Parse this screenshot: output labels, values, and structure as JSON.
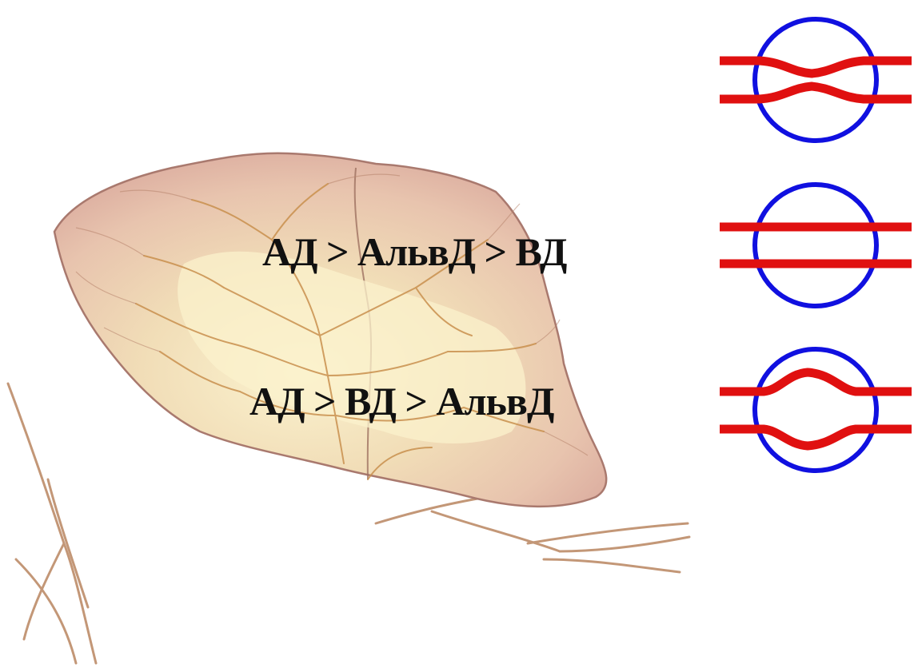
{
  "labels": {
    "top": "АД > АльвД > ВД",
    "bottom": "АД > ВД > АльвД"
  },
  "colors": {
    "alveolus": "#1010e0",
    "vessel": "#e01010",
    "lung_fill": "#e8c8b8",
    "lung_outline": "#b08878",
    "vessel_branch": "#b07850",
    "lung_inner": "#f6ecc8"
  },
  "icons": [
    "lung-illustration",
    "vessel-compressed-icon",
    "vessel-open-icon",
    "vessel-distended-icon"
  ]
}
